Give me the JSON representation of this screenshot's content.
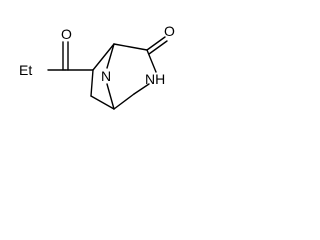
{
  "molecule": {
    "atoms": {
      "ethyl": "Et",
      "ketone_oxygen": "O",
      "lactam_oxygen": "O",
      "bridge_nitrogen": "N",
      "ring_nitrogen": "NH"
    }
  }
}
